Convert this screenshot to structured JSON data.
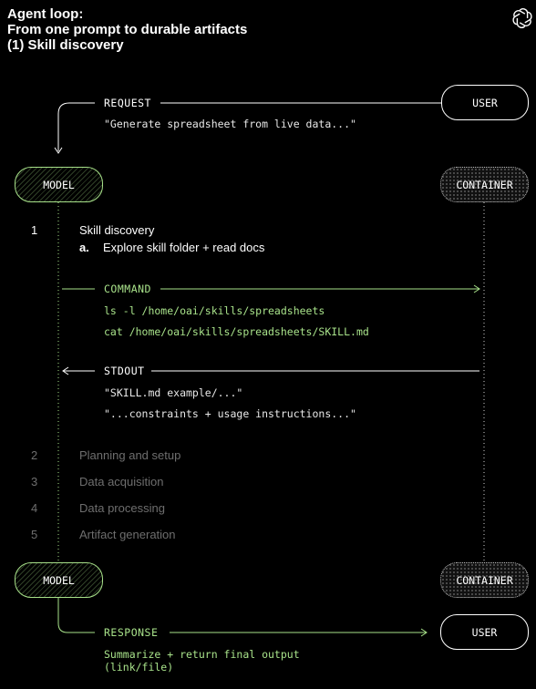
{
  "title": {
    "line1": "Agent loop:",
    "line2": "From one prompt to durable artifacts",
    "line3": "(1) Skill discovery"
  },
  "actors": {
    "user": "USER",
    "model": "MODEL",
    "container": "CONTAINER"
  },
  "request": {
    "label": "REQUEST",
    "text": "\"Generate spreadsheet from live data...\""
  },
  "active_step": {
    "number": "1",
    "title": "Skill discovery",
    "substep_letter": "a.",
    "substep_text": "Explore skill folder + read docs"
  },
  "command": {
    "label": "COMMAND",
    "lines": [
      "ls -l /home/oai/skills/spreadsheets",
      "cat /home/oai/skills/spreadsheets/SKILL.md"
    ]
  },
  "stdout": {
    "label": "STDOUT",
    "lines": [
      "\"SKILL.md example/...\"",
      "\"...constraints + usage instructions...\""
    ]
  },
  "other_steps": [
    {
      "number": "2",
      "title": "Planning and setup"
    },
    {
      "number": "3",
      "title": "Data acquisition"
    },
    {
      "number": "4",
      "title": "Data processing"
    },
    {
      "number": "5",
      "title": "Artifact generation"
    }
  ],
  "response": {
    "label": "RESPONSE",
    "text_line1": "Summarize + return final output",
    "text_line2": "(link/file)"
  },
  "colors": {
    "accent_green": "#a8e28a",
    "muted_text": "#6e6e6e",
    "background": "#000000"
  },
  "icons": {
    "logo": "openai-logo-icon"
  }
}
